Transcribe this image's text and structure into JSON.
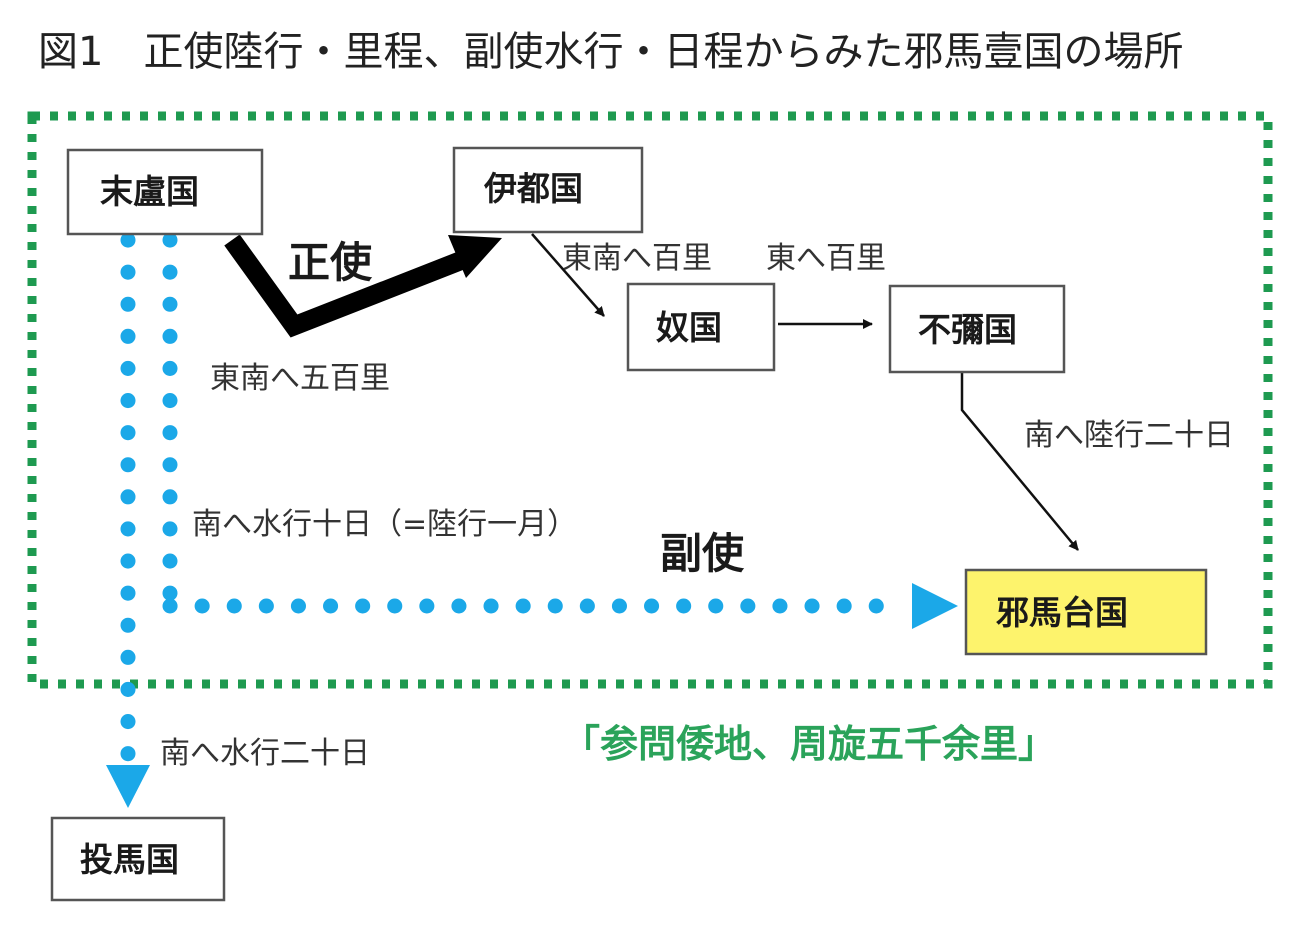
{
  "title": "図1　正使陸行・里程、副使水行・日程からみた邪馬壹国の場所",
  "nodes": {
    "matsuro": "末盧国",
    "ito": "伊都国",
    "na": "奴国",
    "fumi": "不彌国",
    "yamatai": "邪馬台国",
    "tsuma": "投馬国"
  },
  "routes": {
    "matsuro_to_ito": "東南へ五百里",
    "ito_to_na": "東南へ百里",
    "na_to_fumi": "東へ百里",
    "fumi_to_yamatai": "南へ陸行二十日",
    "sea_to_yamatai": "南へ水行十日（=陸行一月）",
    "sea_to_tsuma": "南へ水行二十日"
  },
  "envoys": {
    "chief": "正使",
    "deputy": "副使"
  },
  "area_note": "「参問倭地、周旋五千余里」",
  "colors": {
    "area_border": "#1e9a50",
    "area_text": "#2aa35a",
    "sea_route": "#1ba8e8",
    "yamatai_fill": "#fdf36c",
    "box_border": "#555555",
    "land_route": "#000000"
  }
}
